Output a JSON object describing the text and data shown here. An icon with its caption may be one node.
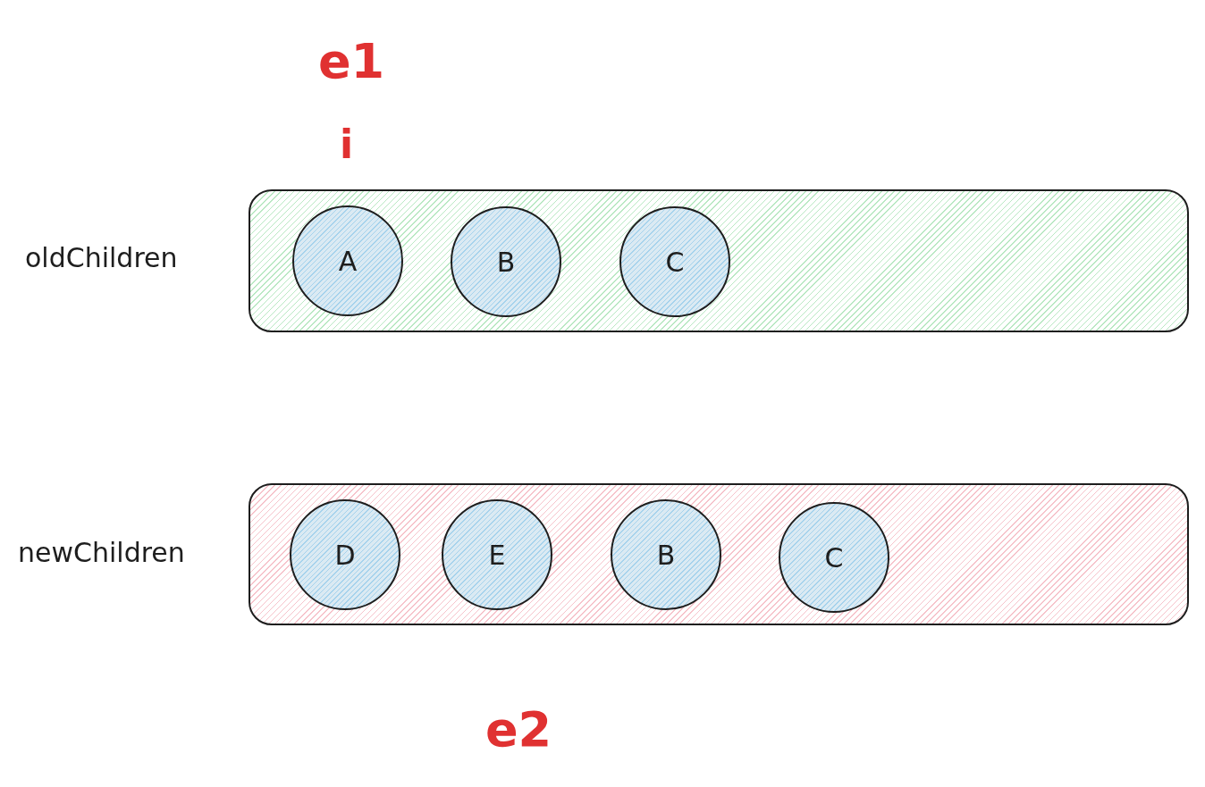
{
  "diagram": {
    "nodes": [
      {
        "text": [
          "oldChildren"
        ]
      },
      {
        "text": [
          "A"
        ],
        "in": 0
      },
      {
        "text": [
          "B"
        ],
        "in": 0
      },
      {
        "text": [
          "C"
        ],
        "in": 0
      },
      {
        "text": [
          "newChildren"
        ]
      },
      {
        "text": [
          "D"
        ],
        "in": 4
      },
      {
        "text": [
          "E"
        ],
        "in": 4
      },
      {
        "text": [
          "B"
        ],
        "in": 4
      },
      {
        "text": [
          "C"
        ],
        "in": 4
      }
    ],
    "edges": [],
    "labels": [
      "e1",
      "i",
      "e2"
    ]
  }
}
